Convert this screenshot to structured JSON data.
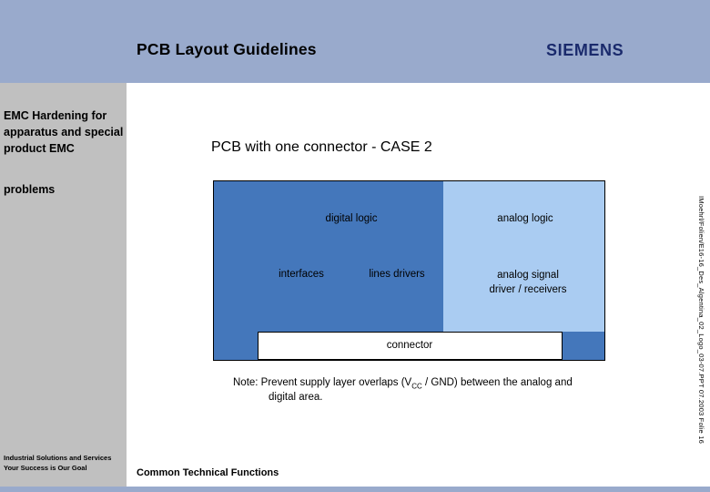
{
  "header": {
    "title": "PCB Layout Guidelines",
    "logo": "SIEMENS"
  },
  "sidebar": {
    "heading": "EMC Hardening for apparatus and special product EMC",
    "subheading": "problems",
    "footer_line1": "Industrial Solutions and Services",
    "footer_line2": "Your Success is Our Goal"
  },
  "footer": {
    "title": "Common Technical Functions"
  },
  "right_margin": {
    "text": "IMoehrl/Folien/E16-16_Des_Algentina_02_Logo_03-07.PPT   07.2003   Folie  16"
  },
  "main": {
    "heading": "PCB with one connector  -  CASE 2",
    "diagram": {
      "digital_logic": "digital logic",
      "analog_logic": "analog logic",
      "interfaces": "interfaces",
      "lines_drivers": "lines drivers",
      "analog_signal_line1": "analog signal",
      "analog_signal_line2": "driver / receivers",
      "connector": "connector"
    },
    "note": {
      "prefix": "Note:  Prevent supply layer overlaps (V",
      "subscript": "CC",
      "suffix": " / GND) between the analog and",
      "line2": "digital area."
    }
  },
  "colors": {
    "band": "#99aacc",
    "sidebar": "#c0c0c0",
    "digital": "#4477bb",
    "analog": "#aaccf2",
    "logo": "#1a2a6c"
  }
}
